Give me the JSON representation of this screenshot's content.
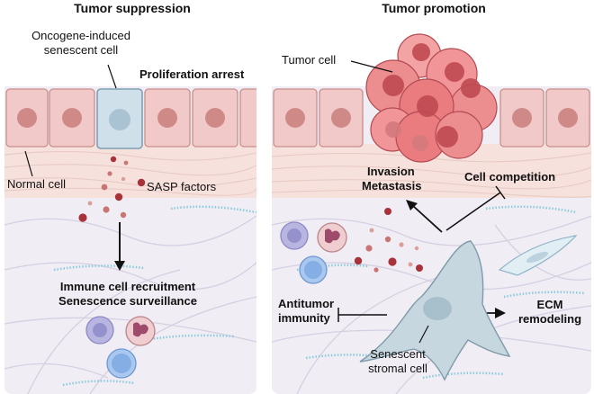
{
  "left_panel": {
    "title": "Tumor suppression",
    "oncogene_label_line1": "Oncogene-induced",
    "oncogene_label_line2": "senescent cell",
    "proliferation_arrest": "Proliferation arrest",
    "normal_cell": "Normal cell",
    "sasp_factors": "SASP factors",
    "immune_line1": "Immune cell recruitment",
    "immune_line2": "Senescence surveillance"
  },
  "right_panel": {
    "title": "Tumor promotion",
    "tumor_cell": "Tumor cell",
    "invasion": "Invasion",
    "metastasis": "Metastasis",
    "cell_competition": "Cell competition",
    "antitumor_line1": "Antitumor",
    "antitumor_line2": "immunity",
    "ecm_line1": "ECM",
    "ecm_line2": "remodeling",
    "stromal_line1": "Senescent",
    "stromal_line2": "stromal cell"
  },
  "colors": {
    "epithelial_cell": "#f0c9c8",
    "epithelial_nucleus": "#cf8a88",
    "senescent_cell": "#cfe0ea",
    "stroma_band": "#f6e1dc",
    "ecm_background": "#f0edf4",
    "tumor_cell": "#ea7c80",
    "sasp_dot": "#a8323a",
    "stromal_cell": "#c7d7df"
  }
}
